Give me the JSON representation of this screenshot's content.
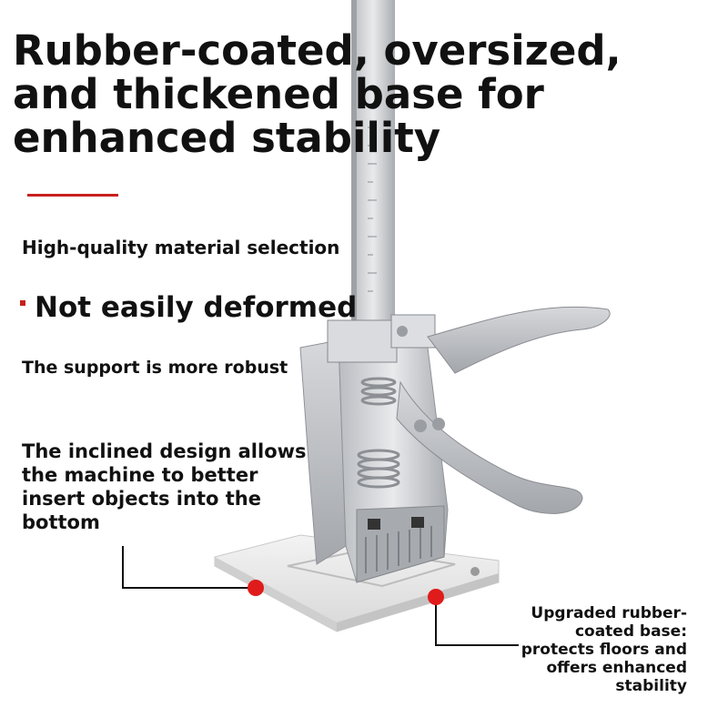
{
  "headline": "Rubber-coated, oversized, and thickened base for enhanced stability",
  "features": {
    "material": "High-quality material selection",
    "deform": "Not easily deformed",
    "robust": "The support is more robust",
    "inclined": "The inclined design allows the machine to better insert objects into the bottom"
  },
  "callout": {
    "base": "Upgraded rubber-coated base: protects floors and offers enhanced stability"
  },
  "colors": {
    "accent": "#c8201e",
    "marker": "#e01b1b"
  }
}
